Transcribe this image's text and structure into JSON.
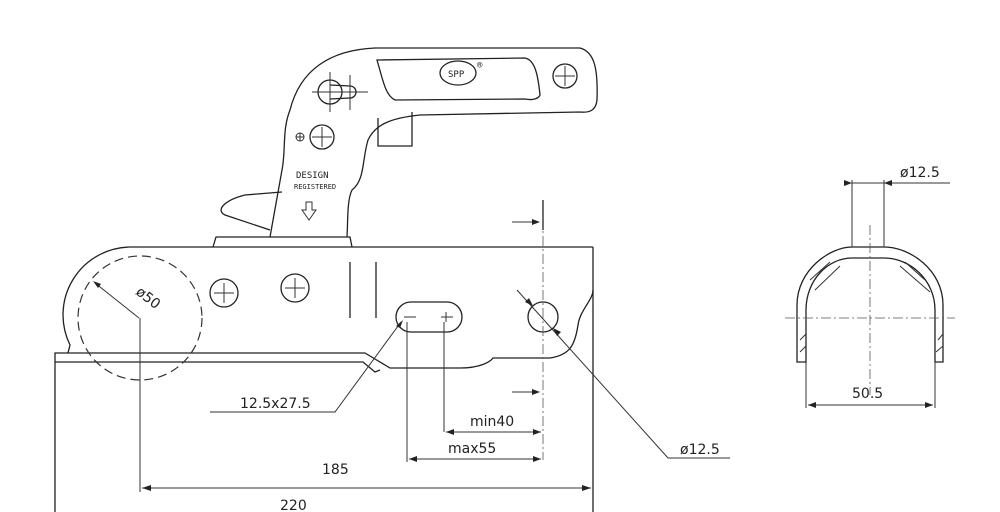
{
  "drawing": {
    "label_design": "DESIGN",
    "label_registered": "REGISTERED",
    "logo_text": "SPP",
    "registered_mark": "®",
    "dimensions": {
      "ball_diameter": "ø50",
      "slot": "12.5x27.5",
      "min": "min40",
      "max": "max55",
      "d185": "185",
      "d220": "220",
      "hole": "ø12.5",
      "section_hole": "ø12.5",
      "section_width": "50.5"
    }
  }
}
